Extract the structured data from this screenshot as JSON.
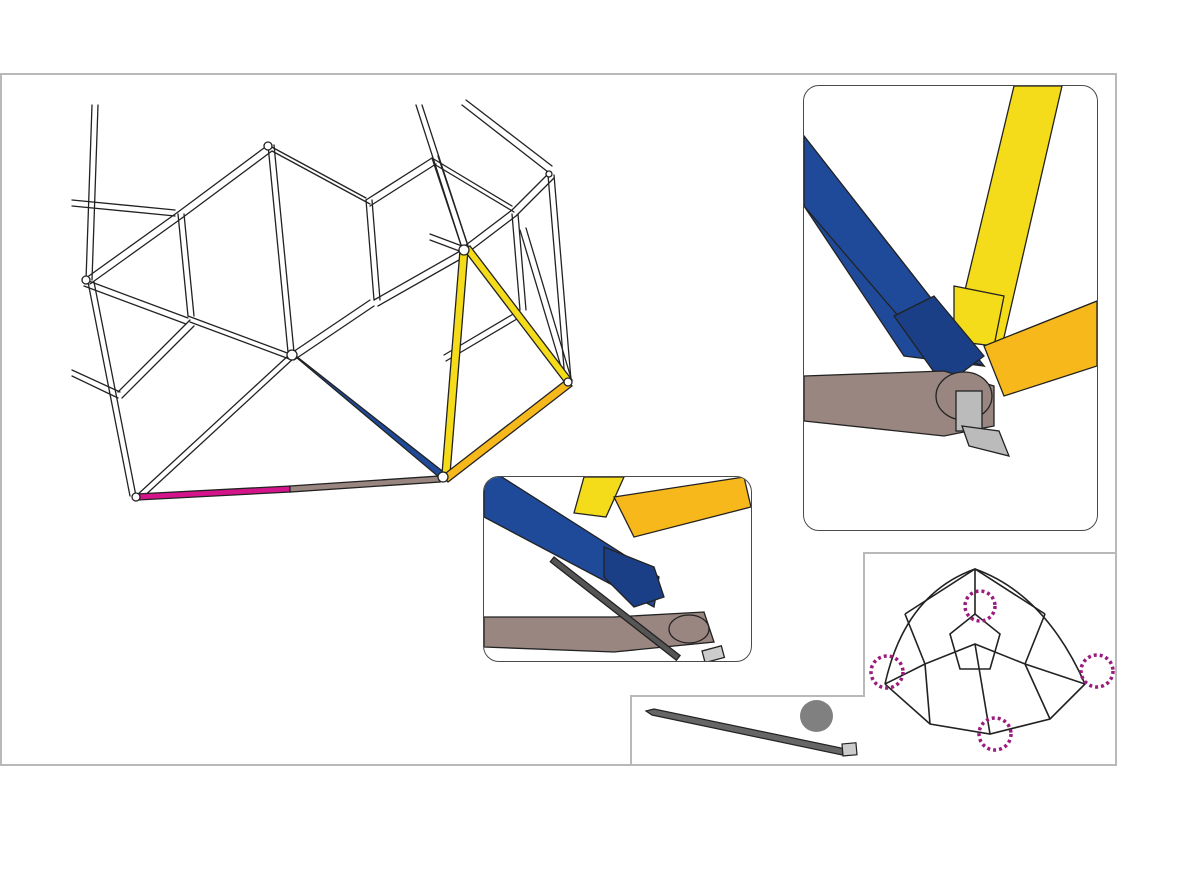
{
  "sidebar": {
    "tabs": [
      {
        "id": "step-1",
        "active": false
      },
      {
        "id": "step-2",
        "active": false
      },
      {
        "id": "step-3",
        "active": false
      },
      {
        "id": "step-4",
        "active": false
      },
      {
        "id": "step-5",
        "active": false
      },
      {
        "id": "step-6",
        "active": false
      },
      {
        "id": "step-7",
        "active": true
      },
      {
        "id": "step-8",
        "active": false
      },
      {
        "id": "step-9",
        "active": false
      },
      {
        "id": "step-10",
        "active": false
      },
      {
        "id": "step-11",
        "active": false
      },
      {
        "id": "step-12",
        "active": false
      },
      {
        "id": "step-13",
        "active": false
      },
      {
        "id": "step-14",
        "active": false
      },
      {
        "id": "step-15",
        "active": false
      },
      {
        "id": "step-16",
        "active": false
      }
    ]
  },
  "colors": {
    "tab_gray": "#a3a3a3",
    "frame_border": "#b9b9b9",
    "blue_tube": "#1f4a9a",
    "yellow_tube": "#f5dc1a",
    "orange_tube": "#f7b81b",
    "taupe_tube": "#9a8680",
    "magenta_tube": "#d4148a",
    "highlight_circle": "#9b1a7e",
    "badge_gray": "#808080"
  },
  "icons": {
    "part": "cable-tie-icon",
    "callout": "dashed-circle-icon"
  }
}
